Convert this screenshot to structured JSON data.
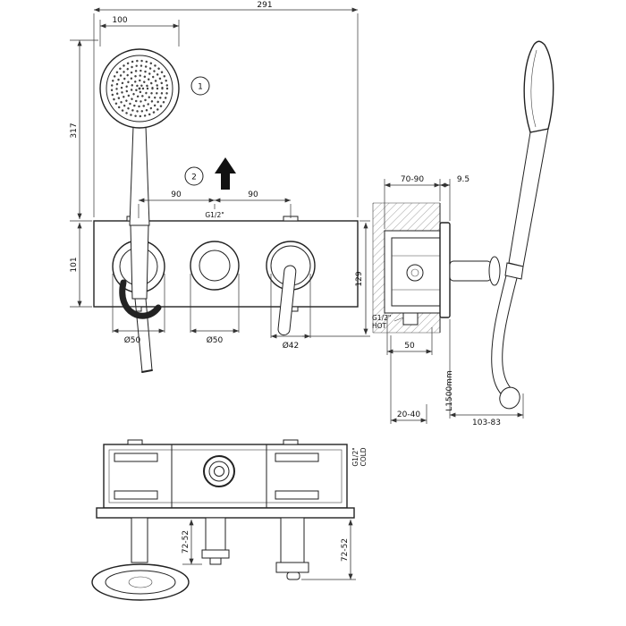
{
  "front_view": {
    "dim_total_width": "291",
    "dim_head_width": "100",
    "dim_height_top": "317",
    "dim_height_plate": "101",
    "dim_spacing_left": "90",
    "dim_spacing_right": "90",
    "thread_top": "G1/2\"",
    "dim_plate_height": "129",
    "dia_left": "Ø50",
    "dia_middle": "Ø50",
    "dia_right": "Ø42",
    "callout_1": "1",
    "callout_2": "2"
  },
  "side_view": {
    "dim_depth": "70-90",
    "dim_trim": "9.5",
    "thread_hot": "G1/2\"",
    "hot_label": "HOT",
    "dim_body": "50",
    "dim_wall": "20-40",
    "hose_length": "L1500mm",
    "dim_hose": "103-83"
  },
  "plan_view": {
    "dim_left": "72-52",
    "dim_right": "72-52",
    "thread_cold": "G1/2\"",
    "cold_label": "COLD"
  }
}
